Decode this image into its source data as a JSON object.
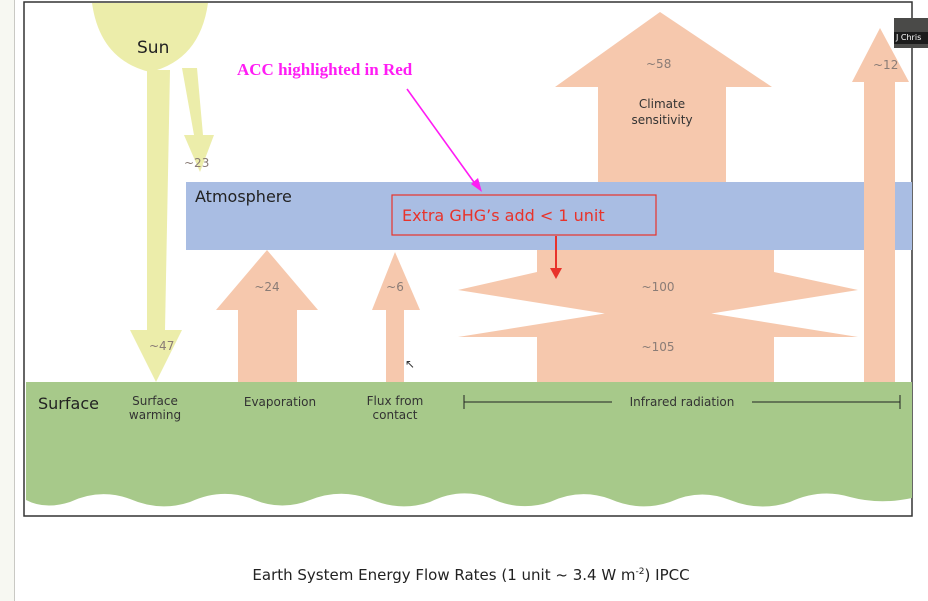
{
  "diagram": {
    "sun_label": "Sun",
    "atmosphere_label": "Atmosphere",
    "surface_label": "Surface",
    "annotation": "ACC highlighted in Red",
    "callout": "Extra GHG’s add < 1 unit",
    "flows": {
      "sun_to_atmosphere": "~23",
      "sun_to_surface": "~47",
      "evaporation": "~24",
      "flux_from_contact": "~6",
      "atmosphere_down": "~100",
      "surface_up": "~105",
      "to_space": "~58",
      "window": "~12"
    },
    "climate_sensitivity": [
      "Climate",
      "sensitivity"
    ],
    "surface_warming": [
      "Surface",
      "warming"
    ],
    "evaporation_label": "Evaporation",
    "flux_label": [
      "Flux from",
      "contact"
    ],
    "infrared_label": "Infrared radiation",
    "colors": {
      "sun": "#ecedaa",
      "atmosphere": "#a9bde3",
      "surface": "#a7c98a",
      "flow": "#f6c8ad",
      "highlight": "#e8332b",
      "annotation": "#ff1cf4"
    }
  },
  "caption": {
    "main": "Earth System Energy Flow Rates (1 unit ~ 3.4 W m",
    "sup": "-2",
    "tail": ") IPCC"
  },
  "video": {
    "name": "J Chris"
  }
}
